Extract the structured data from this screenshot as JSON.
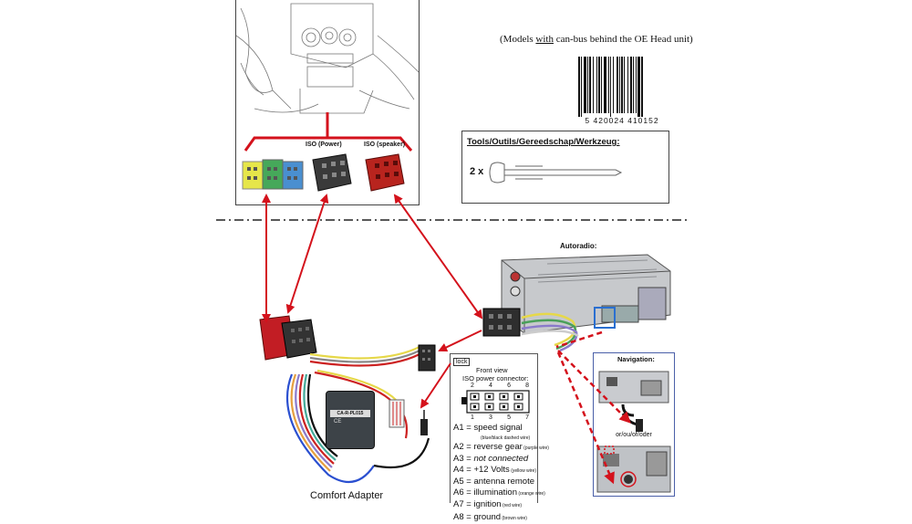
{
  "models_note": {
    "prefix": "(Models ",
    "emph": "with",
    "suffix": " can-bus behind the OE Head unit)"
  },
  "barcode": {
    "digits": "5 420024 410152"
  },
  "tools": {
    "title": "Tools/Outils/Gereedschap/Werkzeug:",
    "quantity": "2 x"
  },
  "iso_labels": {
    "power": "ISO (Power)",
    "speaker": "ISO (speaker)"
  },
  "autoradio_label": "Autoradio:",
  "navigation": {
    "title": "Navigation:",
    "or_text": "or/ou/of/oder"
  },
  "adapter": {
    "label": "Comfort Adapter",
    "model": "CA-R-PL015"
  },
  "connector": {
    "lock_label": "lock",
    "front_view": "Front view",
    "title": "ISO power connector:",
    "top_pins": [
      "2",
      "4",
      "6",
      "8"
    ],
    "bottom_pins": [
      "1",
      "3",
      "5",
      "7"
    ]
  },
  "pin_legend": [
    {
      "pin": "A1 = ",
      "text": "speed signal",
      "note": "",
      "style": "normal"
    },
    {
      "pin": "",
      "text": "",
      "note": "(blue/black dashed wire)",
      "style": "note"
    },
    {
      "pin": "A2 = ",
      "text": "reverse gear",
      "note": "(purple wire)",
      "style": "normal"
    },
    {
      "pin": "A3 = ",
      "text": "not connected",
      "note": "",
      "style": "italic"
    },
    {
      "pin": "A4 = ",
      "text": "+12 Volts",
      "note": "(yellow wire)",
      "style": "normal"
    },
    {
      "pin": "A5 = ",
      "text": "antenna remote",
      "note": "",
      "style": "normal"
    },
    {
      "pin": "A6 = ",
      "text": "illumination",
      "note": "(orange wire)",
      "style": "normal"
    },
    {
      "pin": "A7 = ",
      "text": "ignition",
      "note": "(red wire)",
      "style": "normal"
    },
    {
      "pin": "A8 = ",
      "text": "ground",
      "note": "(brown wire)",
      "style": "normal"
    }
  ],
  "colors": {
    "arrow_red": "#d4121c",
    "nav_border": "#4a5fa8",
    "iso_yellow": "#e6e64a",
    "iso_green": "#46a85a",
    "iso_blue": "#4a8fd0",
    "iso_black": "#3a3a3a",
    "iso_red": "#b8241e"
  }
}
